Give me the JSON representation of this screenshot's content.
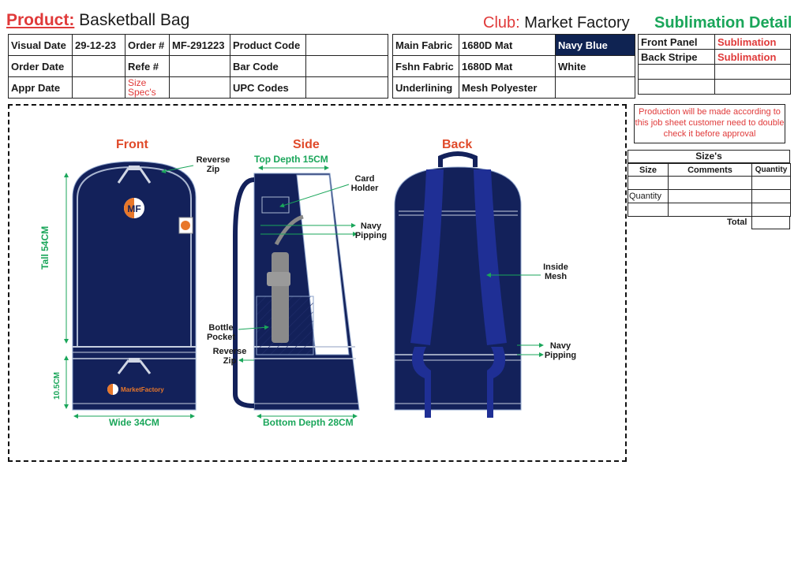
{
  "header": {
    "product_label": "Product:",
    "product_value": "Basketball Bag",
    "club_label": "Club:",
    "club_value": "Market Factory",
    "detail_title": "Sublimation Detail"
  },
  "order_table": {
    "visual_date_label": "Visual Date",
    "visual_date_value": "29-12-23",
    "order_no_label": "Order #",
    "order_no_value": "MF-291223",
    "product_code_label": "Product Code",
    "order_date_label": "Order Date",
    "refe_label": "Refe #",
    "bar_code_label": "Bar Code",
    "appr_date_label": "Appr Date",
    "size_spec_label": "Size Spec's",
    "upc_label": "UPC Codes",
    "main_fabric_label": "Main Fabric",
    "main_fabric_value": "1680D Mat",
    "main_fabric_color": "Navy Blue",
    "fshn_fabric_label": "Fshn Fabric",
    "fshn_fabric_value": "1680D Mat",
    "fshn_fabric_color": "White",
    "underlining_label": "Underlining",
    "underlining_value": "Mesh Polyester"
  },
  "sublimation": {
    "rows": [
      {
        "part": "Front Panel",
        "method": "Sublimation"
      },
      {
        "part": "Back Stripe",
        "method": "Sublimation"
      }
    ]
  },
  "note": "Production will be made according to this job sheet customer need to double check it before approval",
  "sizes": {
    "title": "Size's",
    "col_size": "Size",
    "col_comments": "Comments",
    "col_quantity": "Quantity",
    "row_quantity": "Quantity",
    "total_label": "Total"
  },
  "drawing": {
    "front_title": "Front",
    "side_title": "Side",
    "back_title": "Back",
    "reverse_zip": "Reverse Zip",
    "tall": "Tall 54CM",
    "height_bottom": "10.5CM",
    "wide": "Wide 34CM",
    "top_depth": "Top Depth 15CM",
    "card_holder": "Card Holder",
    "navy_pipping": "Navy Pipping",
    "bottle_pocket": "Bottle Pocket",
    "reverse_zip_side": "Reverse Zip",
    "bottom_depth": "Bottom Depth 28CM",
    "inside_mesh": "Inside Mesh",
    "navy_pipping_back": "Navy Pipping",
    "logo_brand": "MarketFactory",
    "logo_mark": "MF"
  },
  "colors": {
    "navy": "#0f2352",
    "accent_red": "#e03a3a",
    "accent_green": "#1aa65a",
    "logo_orange": "#e8772a"
  }
}
